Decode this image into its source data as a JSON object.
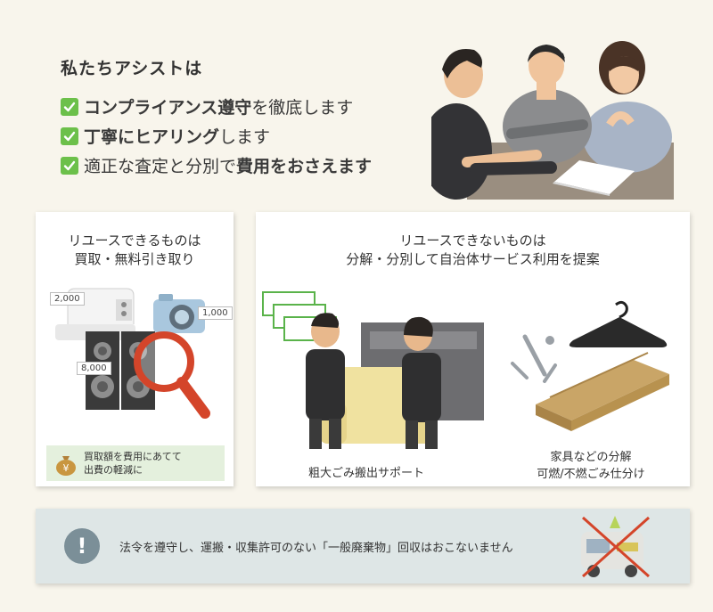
{
  "intro": {
    "title": "私たちアシストは",
    "points": [
      {
        "strong": "コンプライアンス遵守",
        "pre": "",
        "rest": "を徹底します",
        "strong2": ""
      },
      {
        "strong": "丁寧にヒアリング",
        "pre": "",
        "rest": "します",
        "strong2": ""
      },
      {
        "strong": "",
        "pre": "適正な査定と分別で",
        "rest": "",
        "strong2": "費用をおさえます"
      }
    ]
  },
  "reuse": {
    "title_line1": "リユースできるものは",
    "title_line2": "買取・無料引き取り",
    "prices": [
      "2,000",
      "1,000",
      "8,000"
    ],
    "refund_line1": "買取額を費用にあてて",
    "refund_line2": "出費の軽減に"
  },
  "non_reuse": {
    "title_line1": "リユースできないものは",
    "title_line2": "分解・分別して自治体サービス利用を提案",
    "caption_left": "粗大ごみ搬出サポート",
    "caption_right_line1": "家具などの分解",
    "caption_right_line2": "可燃/不燃ごみ仕分け"
  },
  "notice": {
    "icon": "!",
    "text": "法令を遵守し、運搬・収集許可のない「一般廃棄物」回収はおこないません"
  },
  "colors": {
    "background": "#f8f5ec",
    "check": "#6cc04a",
    "notice_bg": "#dee6e6",
    "refund_bg": "#e4f0dd",
    "magnifier": "#d4452a"
  }
}
